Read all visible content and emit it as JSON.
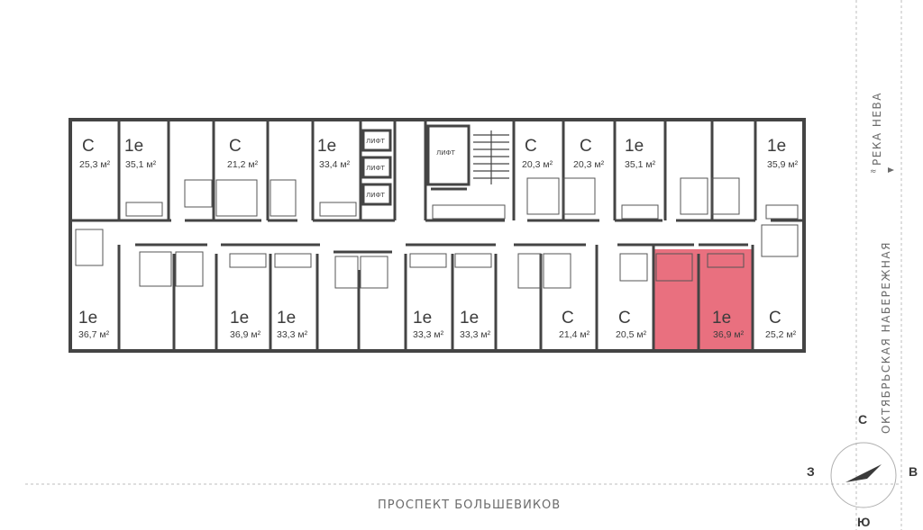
{
  "units_top": [
    {
      "type": "С",
      "area": "25,3 м²"
    },
    {
      "type": "1е",
      "area": "35,1 м²"
    },
    {
      "type": "С",
      "area": "21,2 м²"
    },
    {
      "type": "1е",
      "area": "33,4 м²"
    },
    {
      "type": "С",
      "area": "20,3 м²"
    },
    {
      "type": "С",
      "area": "20,3 м²"
    },
    {
      "type": "1е",
      "area": "35,1 м²"
    },
    {
      "type": "1е",
      "area": "35,9 м²"
    }
  ],
  "units_bottom": [
    {
      "type": "1е",
      "area": "36,7 м²"
    },
    {
      "type": "1е",
      "area": "36,9 м²"
    },
    {
      "type": "1е",
      "area": "33,3 м²"
    },
    {
      "type": "1е",
      "area": "33,3 м²"
    },
    {
      "type": "1е",
      "area": "33,3 м²"
    },
    {
      "type": "С",
      "area": "21,4 м²"
    },
    {
      "type": "С",
      "area": "20,5 м²"
    },
    {
      "type": "1е",
      "area": "36,9 м²"
    },
    {
      "type": "С",
      "area": "25,2 м²"
    }
  ],
  "lifts": [
    "ЛИФТ",
    "ЛИФТ",
    "ЛИФТ",
    "ЛИФТ"
  ],
  "highlight_color": "#e9707f",
  "streets": {
    "bottom": "ПРОСПЕКТ БОЛЬШЕВИКОВ",
    "river": "РЕКА НЕВА",
    "embankment": "ОКТЯБРЬСКАЯ  НАБЕРЕЖНАЯ"
  },
  "compass": {
    "n": "С",
    "s": "Ю",
    "w": "З",
    "e": "В"
  }
}
